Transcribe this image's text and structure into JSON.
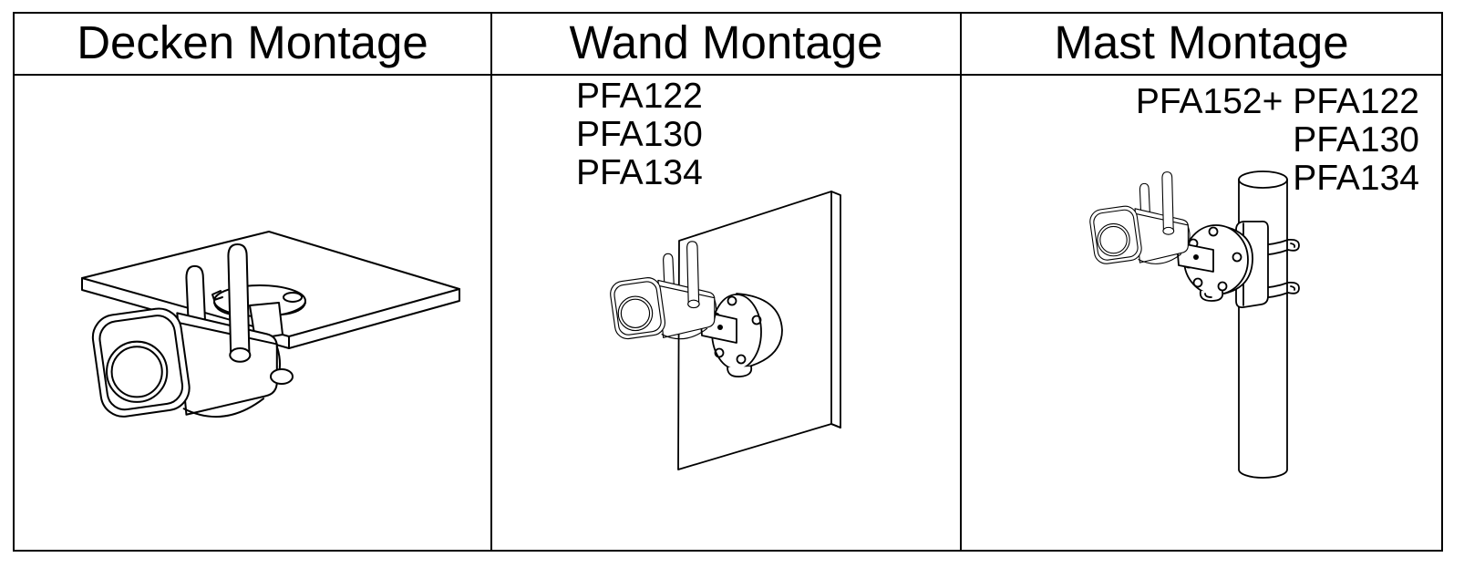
{
  "table": {
    "columns": [
      {
        "id": "ceiling",
        "header": "Decken Montage",
        "labels": [],
        "illustration": "bullet wifi camera with two antennas mounted under a ceiling panel"
      },
      {
        "id": "wall",
        "header": "Wand Montage",
        "labels": [
          "PFA122",
          "PFA130",
          "PFA134"
        ],
        "illustration": "bullet wifi camera on round junction box mounted to a wall panel"
      },
      {
        "id": "mast",
        "header": "Mast Montage",
        "labels": [
          "PFA152+ PFA122",
          "PFA130",
          "PFA134"
        ],
        "illustration": "bullet wifi camera on junction box strapped to a pole with two clamps"
      }
    ]
  },
  "colors": {
    "border": "#000000",
    "line": "#000000",
    "background": "#ffffff",
    "text": "#000000"
  }
}
